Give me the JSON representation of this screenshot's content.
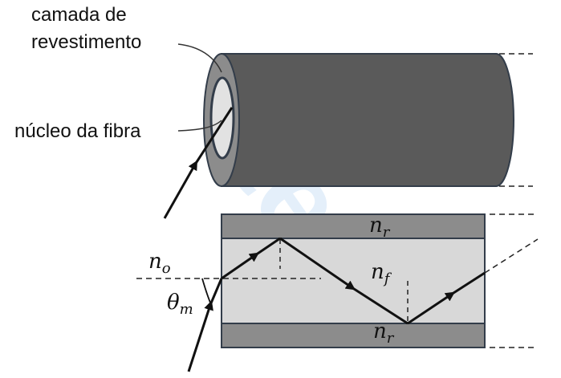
{
  "labels": {
    "cladding_line1": "camada de",
    "cladding_line2": "revestimento",
    "core": "núcleo  da fibra"
  },
  "symbols": {
    "n_r": "n",
    "n_r_sub": "r",
    "n_o": "n",
    "n_o_sub": "o",
    "n_f": "n",
    "n_f_sub": "f",
    "theta": "θ",
    "theta_sub": "m"
  },
  "watermark": "ted",
  "colors": {
    "fiber_dark": "#5a5a5a",
    "fiber_outline": "#333d4a",
    "cladding_band": "#8c8c8c",
    "core_fill": "#d8d8d8",
    "ray": "#111111"
  }
}
